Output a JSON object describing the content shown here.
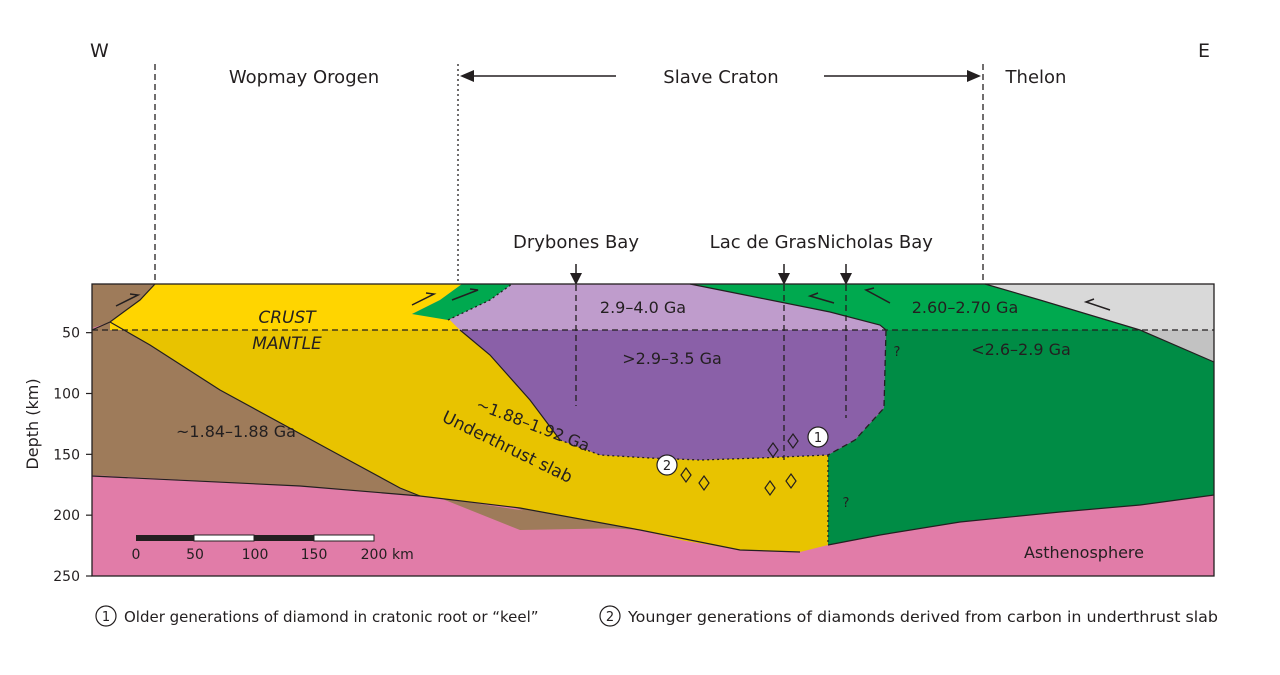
{
  "compass": {
    "west": "W",
    "east": "E"
  },
  "terranes": {
    "wopmay": "Wopmay Orogen",
    "slave": "Slave Craton",
    "thelon": "Thelon"
  },
  "localities": {
    "drybones": "Drybones Bay",
    "lacdegras": "Lac de Gras",
    "nicholas": "Nicholas Bay"
  },
  "layers": {
    "crust": "CRUST",
    "mantle": "MANTLE",
    "crust_age": "2.9–4.0 Ga",
    "slave_mantle_age": ">2.9–3.5 Ga",
    "east_crust_age": "2.60–2.70 Ga",
    "east_mantle_age": "<2.6–2.9 Ga",
    "wopmay_age": "~1.84–1.88 Ga",
    "slab_age": "~1.88–1.92 Ga",
    "slab_name": "Underthrust slab",
    "asthenosphere": "Asthenosphere",
    "question": "?"
  },
  "markers": {
    "one": "1",
    "two": "2"
  },
  "axis": {
    "label": "Depth (km)",
    "ticks": [
      "50",
      "100",
      "150",
      "200",
      "250"
    ],
    "tick_values": [
      50,
      100,
      150,
      200,
      250
    ]
  },
  "scale_bar": {
    "labels": [
      "0",
      "50",
      "100",
      "150",
      "200"
    ],
    "unit": "km"
  },
  "legend": {
    "item1": "Older generations of diamond in cratonic root or “keel”",
    "item2": "Younger generations of diamonds derived from carbon in underthrust slab"
  },
  "colors": {
    "wopmay_mantle": "#9e7b5a",
    "slab": "#e8c300",
    "crust_yellow": "#ffd500",
    "slave_crust": "#bf9ccc",
    "slave_mantle": "#8a60a8",
    "east_crust": "#00a94f",
    "east_mantle": "#008c45",
    "thelon_crust": "#d9d9d9",
    "thelon_mantle": "#c2c2c2",
    "asthenosphere": "#e17ca8"
  }
}
